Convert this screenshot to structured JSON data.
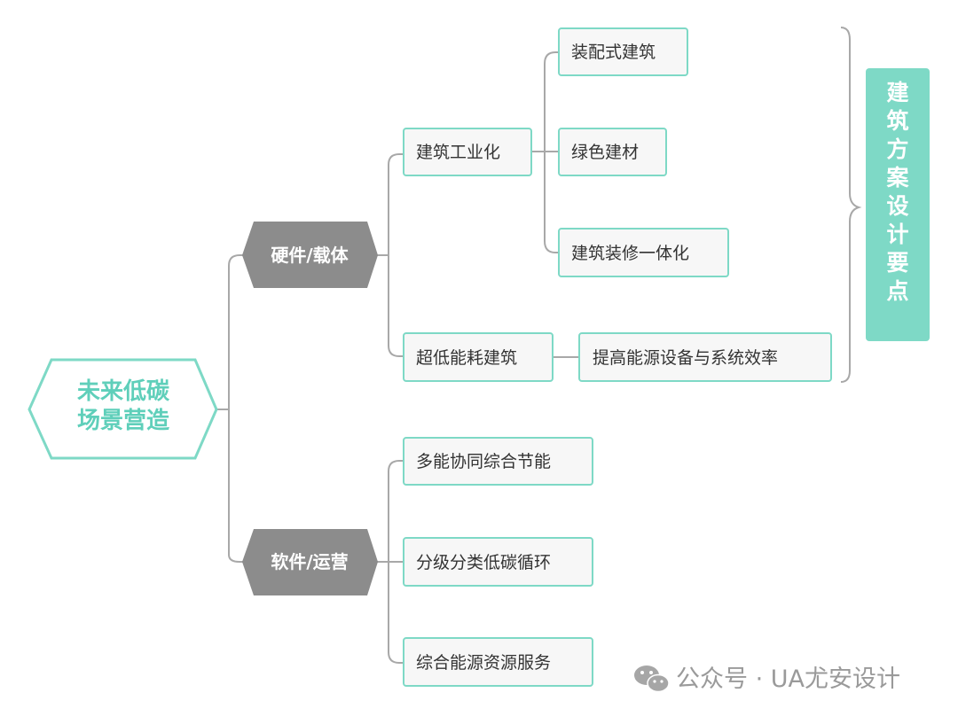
{
  "root": {
    "lines": [
      "未来低碳",
      "场景营造"
    ]
  },
  "branches": [
    {
      "label": "硬件/载体",
      "children": [
        {
          "label": "建筑工业化",
          "children": [
            "装配式建筑",
            "绿色建材",
            "建筑装修一体化"
          ]
        },
        {
          "label": "超低能耗建筑",
          "children": [
            "提高能源设备与系统效率"
          ]
        }
      ]
    },
    {
      "label": "软件/运营",
      "children": [
        {
          "label": "多能协同综合节能"
        },
        {
          "label": "分级分类低碳循环"
        },
        {
          "label": "综合能源资源服务"
        }
      ]
    }
  ],
  "side_note": {
    "chars": [
      "建",
      "筑",
      "方",
      "案",
      "设",
      "计",
      "要",
      "点"
    ]
  },
  "watermark": {
    "text": "公众号 · UA尤安设计",
    "icon": "wechat-icon"
  },
  "colors": {
    "teal": "#7ed9c6",
    "teal_text": "#5fcfba",
    "branch": "#8c8c8c",
    "connector": "#a8a8a8"
  }
}
